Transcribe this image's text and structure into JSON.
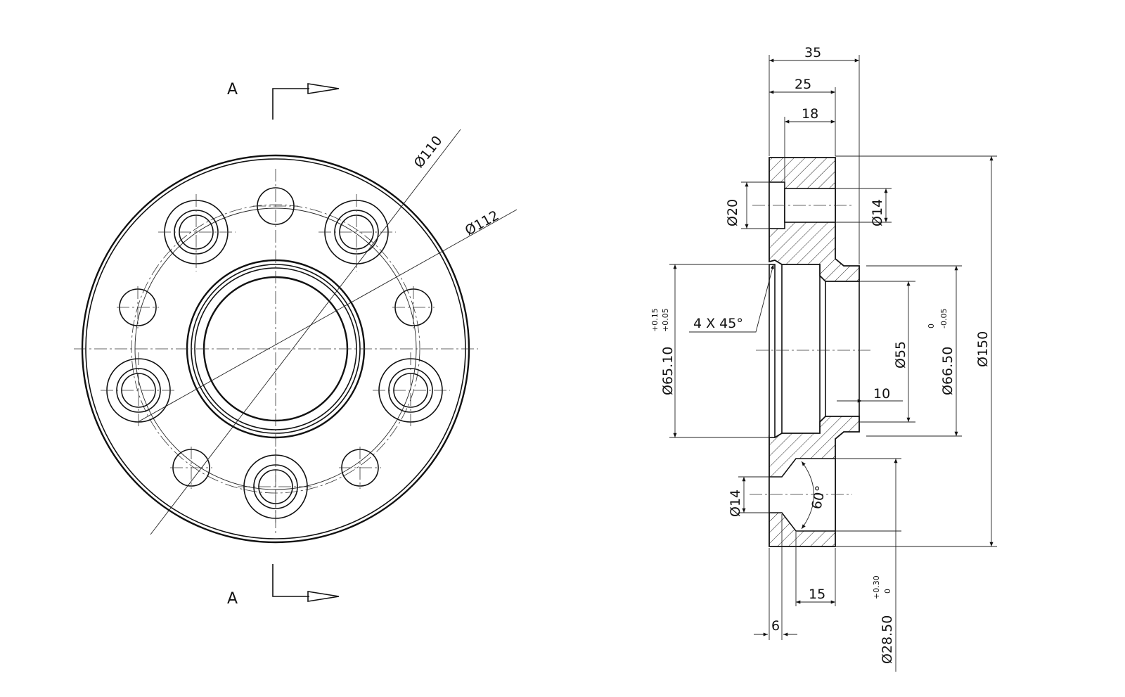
{
  "section_labels": {
    "top": "A",
    "bottom": "A"
  },
  "front_view": {
    "pcd_small": "Ø110",
    "pcd_large": "Ø112"
  },
  "section_view": {
    "dims": {
      "overall_thickness": "35",
      "hub_depth": "25",
      "counterbore_depth": "18",
      "counterbore_dia": "Ø20",
      "thru_hole_dia_top": "Ø14",
      "chamfer": "4 X 45°",
      "bore": "Ø65.10",
      "bore_tol_upper": "+0.15",
      "bore_tol_lower": "+0.05",
      "inner_bore": "Ø55",
      "spigot": "Ø66.50",
      "spigot_tol_upper": "0",
      "spigot_tol_lower": "-0.05",
      "outer_dia": "Ø150",
      "spigot_length": "10",
      "thru_hole_dia_bottom": "Ø14",
      "countersink_angle": "60°",
      "countersink_depth": "15",
      "flange_lip": "6",
      "countersink_dia": "Ø28.50",
      "countersink_tol_upper": "+0.30",
      "countersink_tol_lower": "0"
    }
  }
}
